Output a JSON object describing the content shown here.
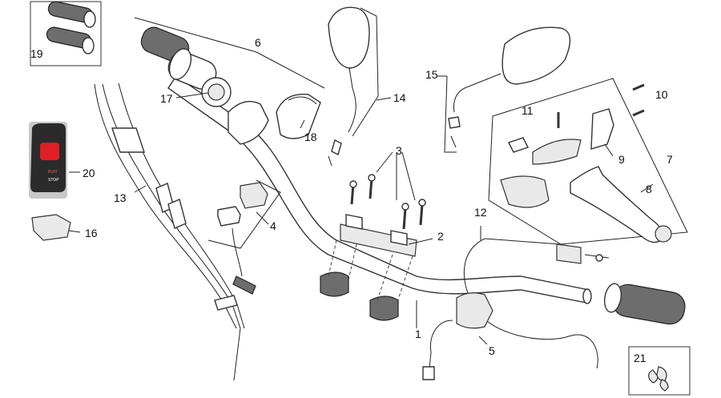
{
  "part_labels": [
    "1",
    "2",
    "3",
    "4",
    "5",
    "6",
    "7",
    "8",
    "9",
    "10",
    "11",
    "12",
    "13",
    "14",
    "15",
    "16",
    "17",
    "18",
    "19",
    "20",
    "21"
  ],
  "switch_text": [
    "RUN",
    "STOP"
  ],
  "colors": {
    "switch_body": "#2b2b2b",
    "switch_button": "#e01e25",
    "line": "#222222",
    "fill_light": "#e9e9e9",
    "fill_dark": "#6d6d6d"
  }
}
